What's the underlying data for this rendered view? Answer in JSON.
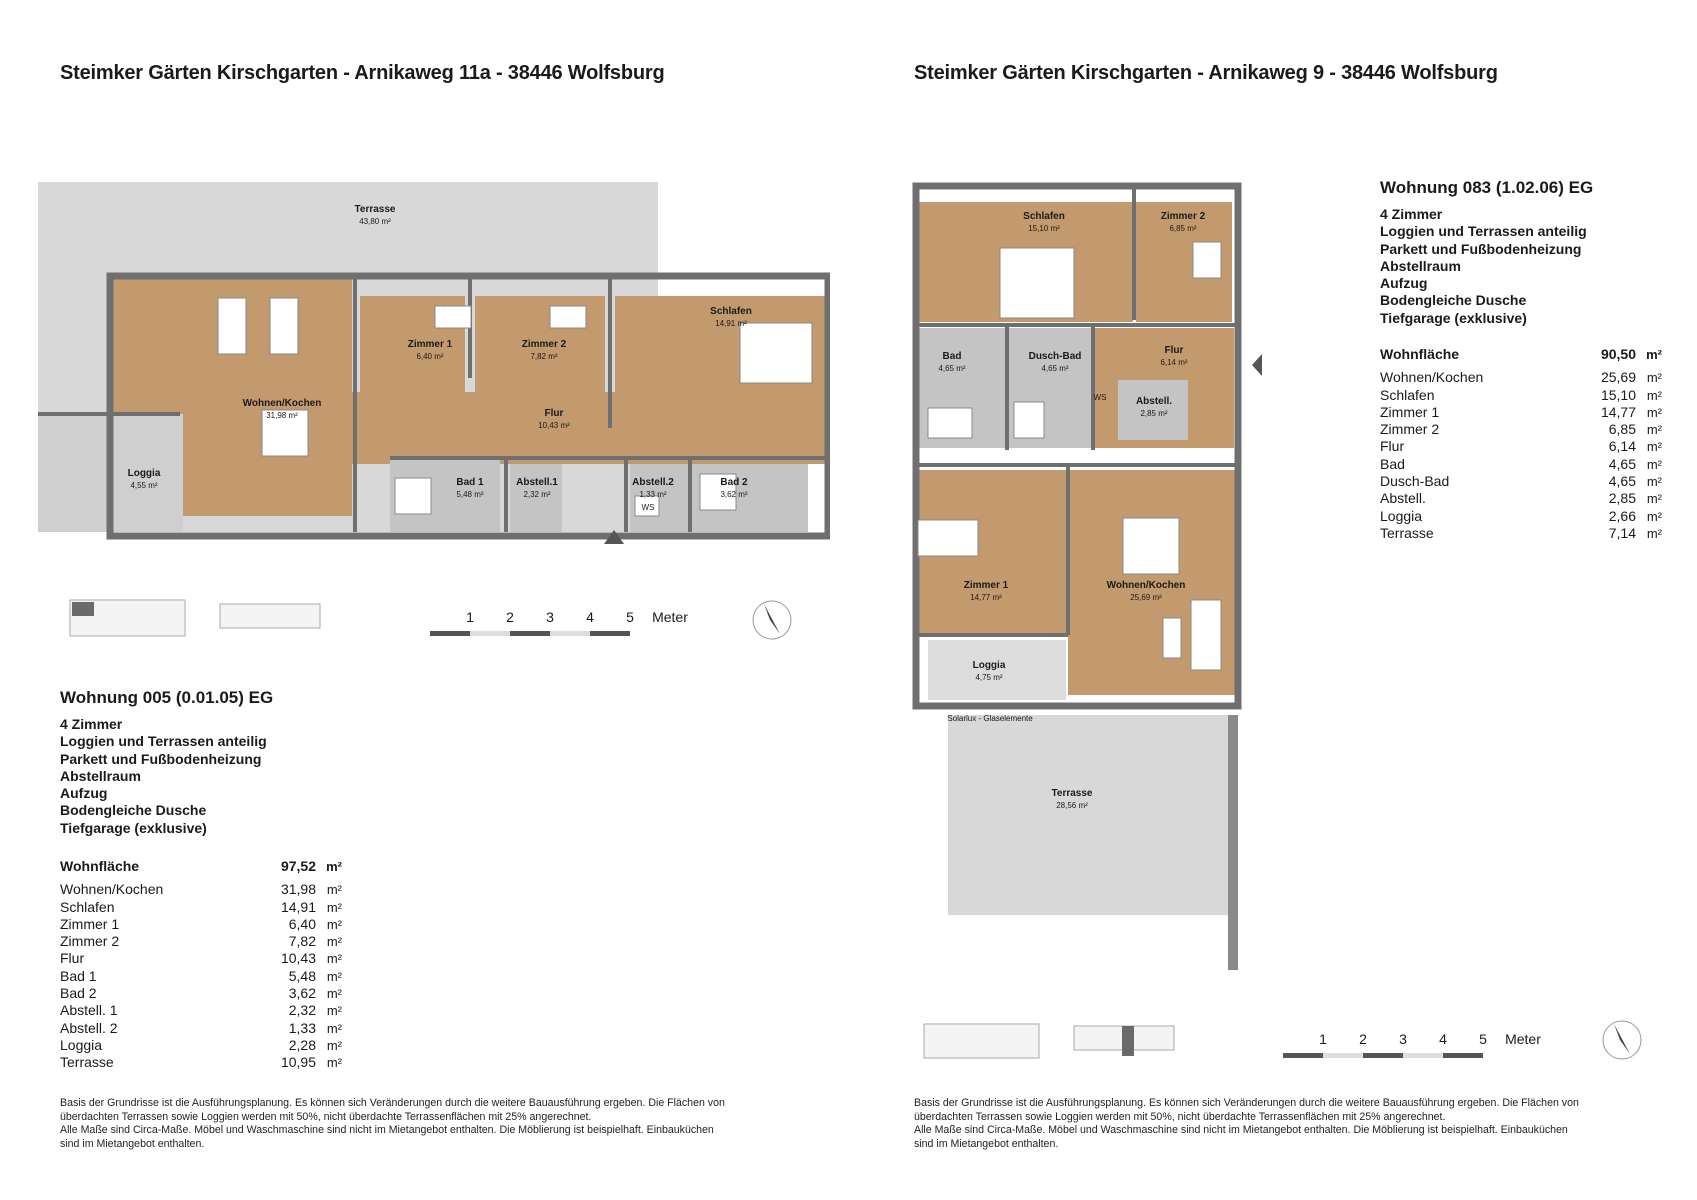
{
  "left": {
    "header": "Steimker Gärten Kirschgarten  - Arnikaweg 11a - 38446 Wolfsburg",
    "title": "Wohnung 005 (0.01.05) EG",
    "features": [
      "4 Zimmer",
      "Loggien und Terrassen anteilig",
      "Parkett und Fußbodenheizung",
      "Abstellraum",
      "Aufzug",
      "Bodengleiche Dusche",
      "Tiefgarage (exklusive)"
    ],
    "total": {
      "name": "Wohnfläche",
      "value": "97,52",
      "unit": "m²"
    },
    "rooms": [
      {
        "name": "Wohnen/Kochen",
        "value": "31,98",
        "unit": "m²"
      },
      {
        "name": "Schlafen",
        "value": "14,91",
        "unit": "m²"
      },
      {
        "name": "Zimmer 1",
        "value": "6,40",
        "unit": "m²"
      },
      {
        "name": "Zimmer 2",
        "value": "7,82",
        "unit": "m²"
      },
      {
        "name": "Flur",
        "value": "10,43",
        "unit": "m²"
      },
      {
        "name": "Bad 1",
        "value": "5,48",
        "unit": "m²"
      },
      {
        "name": "Bad 2",
        "value": "3,62",
        "unit": "m²"
      },
      {
        "name": "Abstell. 1",
        "value": "2,32",
        "unit": "m²"
      },
      {
        "name": "Abstell. 2",
        "value": "1,33",
        "unit": "m²"
      },
      {
        "name": "Loggia",
        "value": "2,28",
        "unit": "m²"
      },
      {
        "name": "Terrasse",
        "value": "10,95",
        "unit": "m²"
      }
    ],
    "plan": {
      "terrasse": {
        "name": "Terrasse",
        "area": "43,80 m²"
      },
      "wohnen": {
        "name": "Wohnen/Kochen",
        "area": "31,98 m²"
      },
      "loggia": {
        "name": "Loggia",
        "area": "4,55 m²"
      },
      "zimmer1": {
        "name": "Zimmer 1",
        "area": "6,40  m²"
      },
      "zimmer2": {
        "name": "Zimmer 2",
        "area": "7,82  m²"
      },
      "schlafen": {
        "name": "Schlafen",
        "area": "14,91 m²"
      },
      "flur": {
        "name": "Flur",
        "area": "10,43 m²"
      },
      "bad1": {
        "name": "Bad 1",
        "area": "5,48 m²"
      },
      "abstell1": {
        "name": "Abstell.1",
        "area": "2,32 m²"
      },
      "abstell2": {
        "name": "Abstell.2",
        "area": "1,33 m²"
      },
      "bad2": {
        "name": "Bad 2",
        "area": "3,62 m²"
      },
      "ws": "WS"
    },
    "scale": {
      "ticks": [
        "1",
        "2",
        "3",
        "4",
        "5"
      ],
      "unit": "Meter"
    }
  },
  "right": {
    "header": "Steimker Gärten Kirschgarten  - Arnikaweg 9 - 38446 Wolfsburg",
    "title": "Wohnung 083 (1.02.06) EG",
    "features": [
      "4 Zimmer",
      "Loggien und Terrassen anteilig",
      "Parkett und Fußbodenheizung",
      "Abstellraum",
      "Aufzug",
      "Bodengleiche Dusche",
      "Tiefgarage (exklusive)"
    ],
    "total": {
      "name": "Wohnfläche",
      "value": "90,50",
      "unit": "m²"
    },
    "rooms": [
      {
        "name": "Wohnen/Kochen",
        "value": "25,69",
        "unit": "m²"
      },
      {
        "name": "Schlafen",
        "value": "15,10",
        "unit": "m²"
      },
      {
        "name": "Zimmer 1",
        "value": "14,77",
        "unit": "m²"
      },
      {
        "name": "Zimmer 2",
        "value": "6,85",
        "unit": "m²"
      },
      {
        "name": "Flur",
        "value": "6,14",
        "unit": "m²"
      },
      {
        "name": "Bad",
        "value": "4,65",
        "unit": "m²"
      },
      {
        "name": "Dusch-Bad",
        "value": "4,65",
        "unit": "m²"
      },
      {
        "name": "Abstell.",
        "value": "2,85",
        "unit": "m²"
      },
      {
        "name": "Loggia",
        "value": "2,66",
        "unit": "m²"
      },
      {
        "name": "Terrasse",
        "value": "7,14",
        "unit": "m²"
      }
    ],
    "plan": {
      "schlafen": {
        "name": "Schlafen",
        "area": "15,10 m²"
      },
      "zimmer2": {
        "name": "Zimmer 2",
        "area": "6,85 m²"
      },
      "bad": {
        "name": "Bad",
        "area": "4,65 m²"
      },
      "duschbad": {
        "name": "Dusch-Bad",
        "area": "4,65 m²"
      },
      "flur": {
        "name": "Flur",
        "area": "6,14 m²"
      },
      "abstell": {
        "name": "Abstell.",
        "area": "2,85 m²"
      },
      "zimmer1": {
        "name": "Zimmer 1",
        "area": "14,77 m²"
      },
      "wohnen": {
        "name": "Wohnen/Kochen",
        "area": "25,69 m²"
      },
      "loggia": {
        "name": "Loggia",
        "area": "4,75 m²"
      },
      "solarlux": "Solarlux - Glaselemente",
      "terrasse": {
        "name": "Terrasse",
        "area": "28,56 m²"
      },
      "ws": "WS"
    },
    "scale": {
      "ticks": [
        "1",
        "2",
        "3",
        "4",
        "5"
      ],
      "unit": "Meter"
    }
  },
  "footnote": {
    "line1": "Basis der Grundrisse ist die Ausführungsplanung. Es können sich Veränderungen durch die weitere Bauausführung ergeben. Die Flächen von",
    "line2": "überdachten Terrassen sowie Loggien werden mit 50%, nicht überdachte Terrassenflächen mit 25% angerechnet.",
    "line3": "Alle Maße sind Circa-Maße. Möbel und Waschmaschine sind nicht im Mietangebot enthalten. Die Möblierung ist beispielhaft. Einbauküchen",
    "line4": "sind im Mietangebot enthalten."
  },
  "colors": {
    "floor": "#c39a6e",
    "wet": "#c4c4c4",
    "wall": "#6f6f6f",
    "terrace": "#d8d8d8"
  }
}
